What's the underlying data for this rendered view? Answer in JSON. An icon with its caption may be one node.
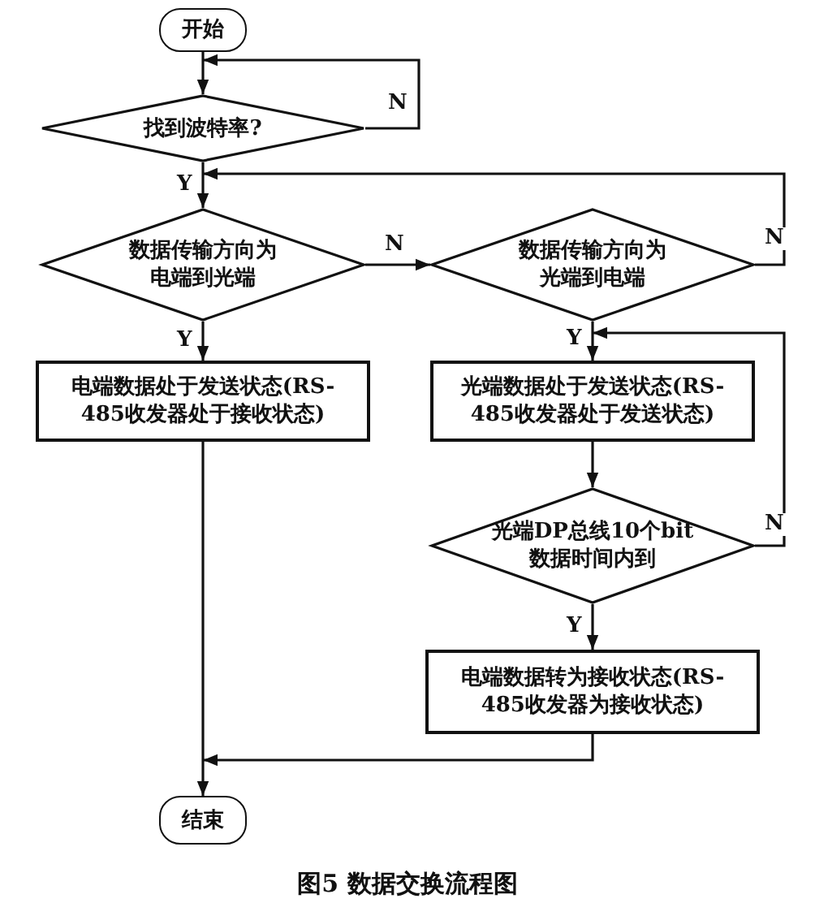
{
  "diagram": {
    "caption": "图5 数据交换流程图",
    "nodes": [
      {
        "text": [
          "开始"
        ]
      },
      {
        "text": [
          "找到波特率?"
        ]
      },
      {
        "text": [
          "数据传输方向为电端到光端"
        ]
      },
      {
        "text": [
          "数据传输方向为光端到电端"
        ]
      },
      {
        "text": [
          "电端数据处于发送状态(RS-485收发器处于接收状态)"
        ]
      },
      {
        "text": [
          "光端数据处于发送状态(RS-485收发器处于发送状态)"
        ]
      },
      {
        "text": [
          "光端DP总线10个bit数据时间内到"
        ]
      },
      {
        "text": [
          "电端数据转为接收状态(RS-485收发器为接收状态)"
        ]
      },
      {
        "text": [
          "结束"
        ]
      }
    ],
    "edges": [
      {
        "from": 0,
        "to": 1,
        "arrow": "to"
      },
      {
        "from": 1,
        "to": 1,
        "arrow": "to",
        "label": "N"
      },
      {
        "from": 1,
        "to": 2,
        "arrow": "to",
        "label": "Y"
      },
      {
        "from": 2,
        "to": 3,
        "arrow": "to",
        "label": "N"
      },
      {
        "from": 3,
        "to": 2,
        "arrow": "to",
        "label": "N"
      },
      {
        "from": 2,
        "to": 4,
        "arrow": "to",
        "label": "Y"
      },
      {
        "from": 3,
        "to": 5,
        "arrow": "to",
        "label": "Y"
      },
      {
        "from": 5,
        "to": 6,
        "arrow": "to"
      },
      {
        "from": 6,
        "to": 5,
        "arrow": "to",
        "label": "N"
      },
      {
        "from": 6,
        "to": 7,
        "arrow": "to",
        "label": "Y"
      },
      {
        "from": 4,
        "to": 8,
        "arrow": "to"
      },
      {
        "from": 7,
        "to": 8,
        "arrow": "to"
      }
    ]
  }
}
